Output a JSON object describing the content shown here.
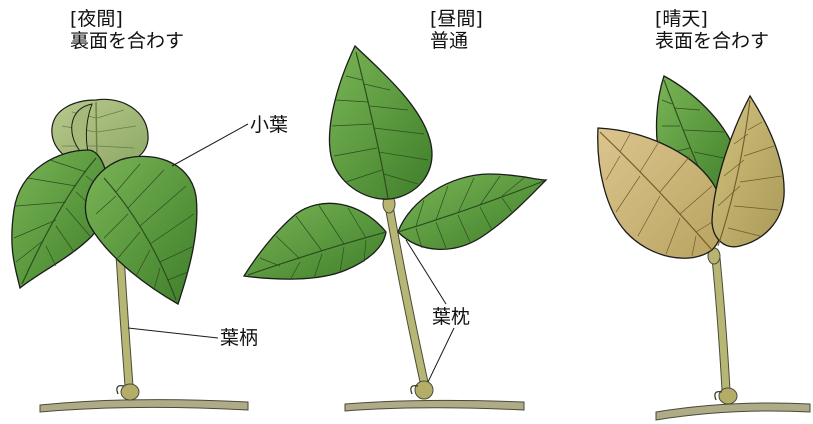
{
  "panels": [
    {
      "state": "[夜間]",
      "description": "裏面を合わす"
    },
    {
      "state": "[昼間]",
      "description": "普通"
    },
    {
      "state": "[晴天]",
      "description": "表面を合わす"
    }
  ],
  "labels": {
    "leaflet": "小葉",
    "petiole": "葉柄",
    "pulvinus": "葉枕"
  },
  "colors": {
    "leaf_green": "#5f9a3c",
    "leaf_dark_green": "#3f7f2a",
    "leaf_yellowed": "#c9ad6c",
    "stem": "#b7b775",
    "branch": "#aeab86",
    "outline": "#1b1b1b"
  }
}
